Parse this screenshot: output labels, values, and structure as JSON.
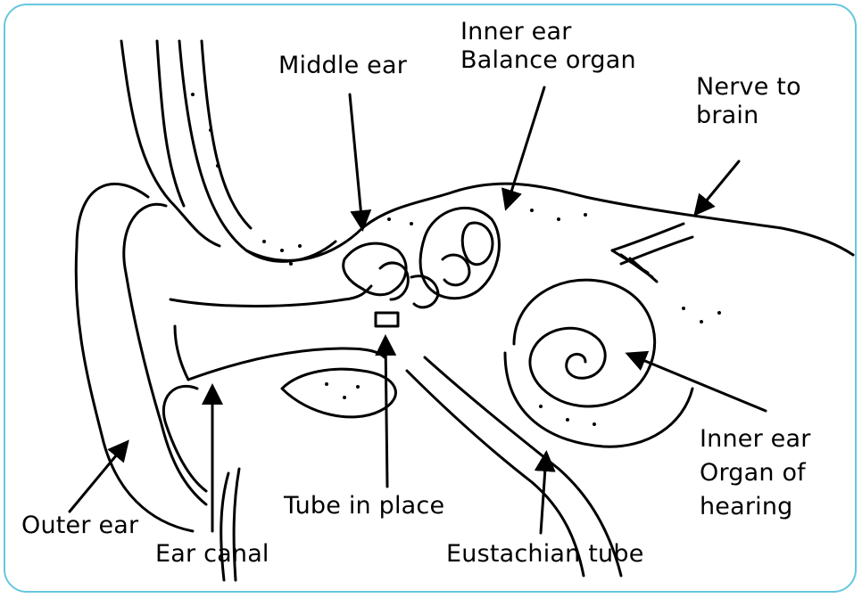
{
  "colors": {
    "frame_border": "#66c6de",
    "ink": "#000000",
    "background": "#ffffff"
  },
  "labels": {
    "middle_ear": "Middle ear",
    "inner_ear_balance_line1": "Inner ear",
    "inner_ear_balance_line2": "Balance organ",
    "nerve_line1": "Nerve to",
    "nerve_line2": "brain",
    "inner_ear_hearing_line1": "Inner ear",
    "inner_ear_hearing_line2": "Organ of",
    "inner_ear_hearing_line3": "hearing",
    "tube_in_place": "Tube in place",
    "outer_ear": "Outer ear",
    "ear_canal": "Ear canal",
    "eustachian_tube": "Eustachian tube"
  }
}
